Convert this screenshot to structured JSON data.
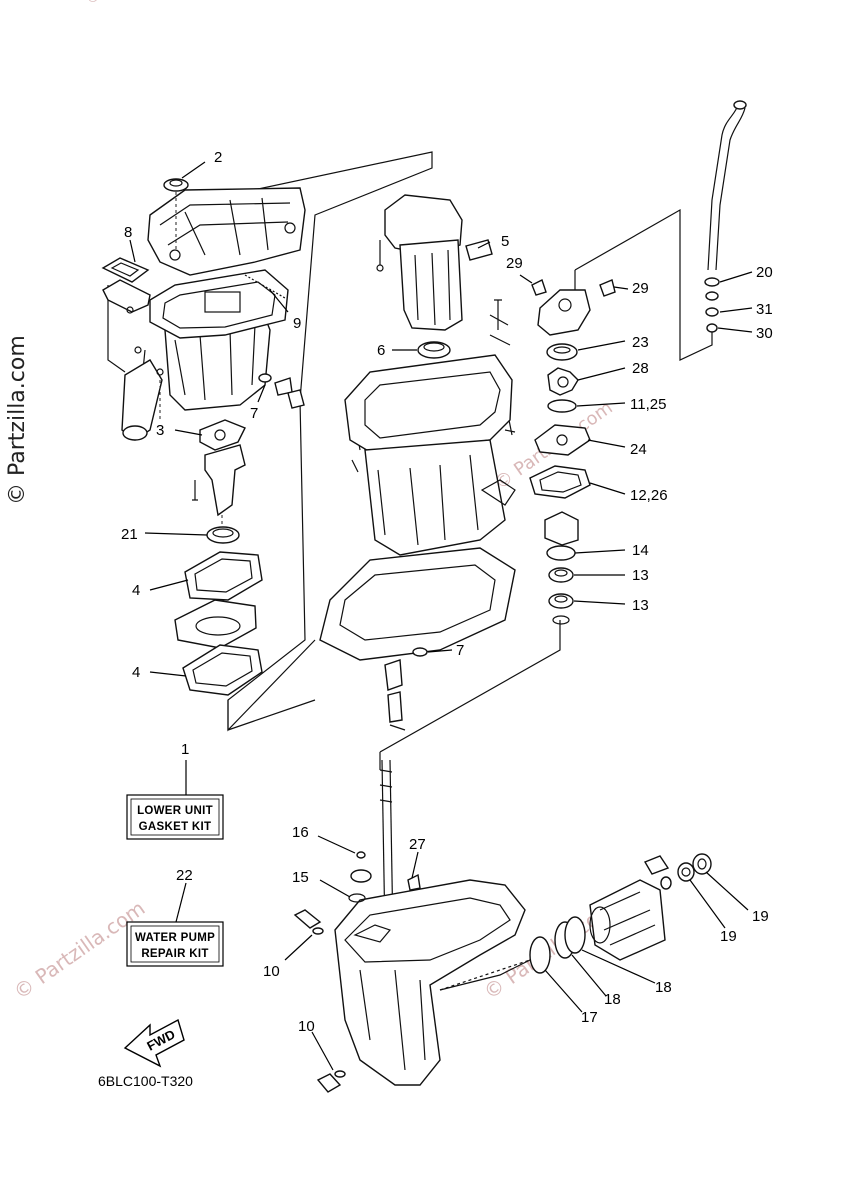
{
  "watermark": {
    "main": "© Partzilla.com",
    "faint": "© Partzilla.com"
  },
  "diagram_code": "6BLC100-T320",
  "fwd_label": "FWD",
  "kits": [
    {
      "ref": "1",
      "line1": "LOWER UNIT",
      "line2": "GASKET KIT"
    },
    {
      "ref": "22",
      "line1": "WATER PUMP",
      "line2": "REPAIR KIT"
    }
  ],
  "callouts": {
    "c2": "2",
    "c8": "8",
    "c9": "9",
    "c7a": "7",
    "c3": "3",
    "c21": "21",
    "c4a": "4",
    "c4b": "4",
    "c5": "5",
    "c6": "6",
    "c7b": "7",
    "c29a": "29",
    "c29b": "29",
    "c20": "20",
    "c31": "31",
    "c30": "30",
    "c23": "23",
    "c28": "28",
    "c1125": "11,25",
    "c24": "24",
    "c1226": "12,26",
    "c14": "14",
    "c13a": "13",
    "c13b": "13",
    "c16": "16",
    "c27": "27",
    "c15": "15",
    "c10a": "10",
    "c10b": "10",
    "c17": "17",
    "c18a": "18",
    "c18b": "18",
    "c19a": "19",
    "c19b": "19"
  }
}
